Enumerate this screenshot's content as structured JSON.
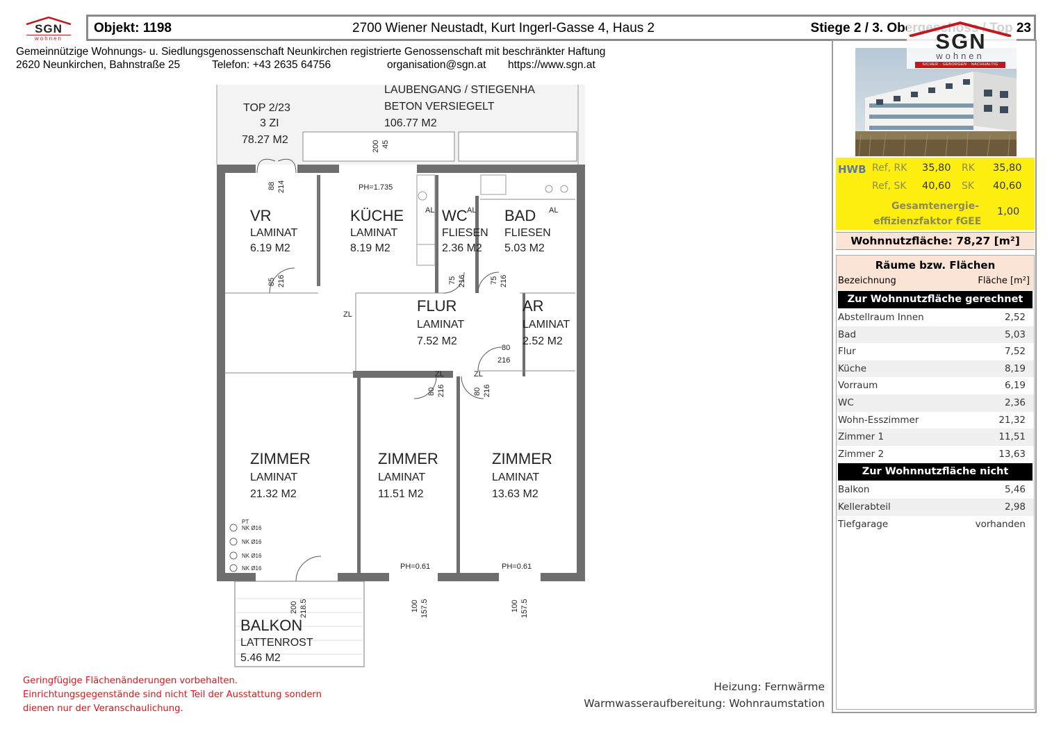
{
  "logo": {
    "brand": "SGN",
    "subtitle": "wohnen",
    "tagline": "SICHER · GEBORGEN · NACHHALTIG"
  },
  "header": {
    "objekt": "Objekt:  1198",
    "address": "2700 Wiener Neustadt, Kurt Ingerl-Gasse 4, Haus 2",
    "stiege": "Stiege 2 / 3. Obergeschoss / Top 23"
  },
  "company": {
    "name": "Gemeinnützige Wohnungs- u. Siedlungsgenossenschaft Neunkirchen registrierte Genossenschaft mit beschränkter Haftung",
    "address": "2620 Neunkirchen, Bahnstraße 25",
    "phone": "Telefon: +43 2635 64756",
    "email": "organisation@sgn.at",
    "web": "https://www.sgn.at"
  },
  "energy": {
    "hwb_label": "HWB",
    "ref_rk_label": "Ref, RK",
    "ref_rk": "35,80",
    "rk_label": "RK",
    "rk": "35,80",
    "ref_sk_label": "Ref, SK",
    "ref_sk": "40,60",
    "sk_label": "SK",
    "sk": "40,60",
    "fgee_label_1": "Gesamtenergie-",
    "fgee_label_2": "effizienzfaktor fGEE",
    "fgee": "1,00"
  },
  "wohnnutzflaeche": "Wohnnutzfläche: 78,27 [m²]",
  "rooms": {
    "title": "Räume bzw. Flächen",
    "col_name": "Bezeichnung",
    "col_area": "Fläche [m²]",
    "section_included": "Zur Wohnnutzfläche gerechnet",
    "included": [
      {
        "name": "Abstellraum Innen",
        "area": "2,52"
      },
      {
        "name": "Bad",
        "area": "5,03"
      },
      {
        "name": "Flur",
        "area": "7,52"
      },
      {
        "name": "Küche",
        "area": "8,19"
      },
      {
        "name": "Vorraum",
        "area": "6,19"
      },
      {
        "name": "WC",
        "area": "2,36"
      },
      {
        "name": "Wohn-Esszimmer",
        "area": "21,32"
      },
      {
        "name": "Zimmer 1",
        "area": "11,51"
      },
      {
        "name": "Zimmer 2",
        "area": "13,63"
      }
    ],
    "section_excluded": "Zur Wohnnutzfläche nicht gerechnet",
    "excluded": [
      {
        "name": "Balkon",
        "area": "5,46"
      },
      {
        "name": "Kellerabteil",
        "area": "2,98"
      },
      {
        "name": "Tiefgarage",
        "area": "vorhanden"
      }
    ]
  },
  "plan": {
    "corridor_name": "LAUBENGANG / STIEGENHA",
    "corridor_floor": "BETON VERSIEGELT",
    "corridor_area": "106.77 M2",
    "top_name": "TOP 2/23",
    "top_rooms": "3 ZI",
    "top_area": "78.27 M2",
    "rooms": {
      "vr": {
        "name": "VR",
        "floor": "LAMINAT",
        "area": "6.19 M2"
      },
      "kueche": {
        "name": "KÜCHE",
        "floor": "LAMINAT",
        "area": "8.19 M2"
      },
      "wc": {
        "name": "WC",
        "floor": "FLIESEN",
        "area": "2.36 M2"
      },
      "bad": {
        "name": "BAD",
        "floor": "FLIESEN",
        "area": "5.03 M2"
      },
      "flur": {
        "name": "FLUR",
        "floor": "LAMINAT",
        "area": "7.52 M2"
      },
      "ar": {
        "name": "AR",
        "floor": "LAMINAT",
        "area": "2.52 M2"
      },
      "zimmer1": {
        "name": "ZIMMER",
        "floor": "LAMINAT",
        "area": "21.32 M2"
      },
      "zimmer2": {
        "name": "ZIMMER",
        "floor": "LAMINAT",
        "area": "11.51 M2"
      },
      "zimmer3": {
        "name": "ZIMMER",
        "floor": "LAMINAT",
        "area": "13.63 M2"
      },
      "balkon": {
        "name": "BALKON",
        "floor": "LATTENROST",
        "area": "5.46 M2"
      }
    },
    "ph_kitchen": "PH=1.735",
    "ph_window": "PH=0.61",
    "zl": "ZL",
    "al": "AL",
    "dims": {
      "d200": "200",
      "d45": "45",
      "d88": "88",
      "d214": "214",
      "d85": "85",
      "d216": "216",
      "d75": "75",
      "d80": "80",
      "d218_5": "218.5",
      "d100": "100",
      "d157_5": "157.5"
    },
    "sockets": {
      "pt": "PT",
      "nk": "NK Ø16"
    }
  },
  "notes": {
    "line1": "Geringfügige Flächenänderungen vorbehalten.",
    "line2": "Einrichtungsgegenstände sind nicht Teil der Ausstattung sondern",
    "line3": "dienen nur der Veranschaulichung.",
    "heating": "Heizung: Fernwärme",
    "water": "Warmwasseraufbereitung: Wohnraumstation"
  },
  "colors": {
    "brand_red": "#c0181f",
    "energy_yellow": "#ffef10",
    "table_head": "#fbe4d5",
    "wall": "#6e6e6e"
  }
}
